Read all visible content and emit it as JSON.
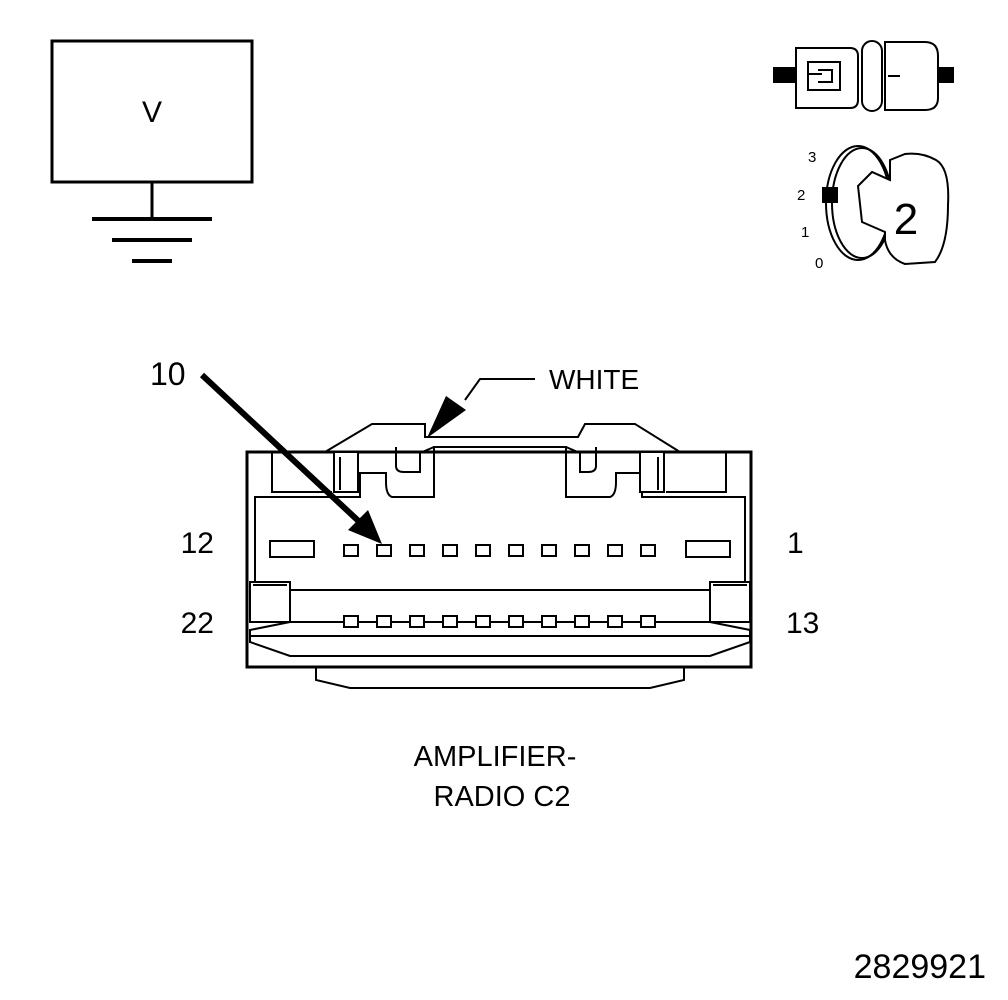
{
  "voltmeter": {
    "symbol": "V"
  },
  "ignition": {
    "positions": [
      "3",
      "2",
      "1",
      "0"
    ],
    "key_position": "2"
  },
  "connector": {
    "callout_pin": "10",
    "color_label": "WHITE",
    "row_top": {
      "left_label": "12",
      "right_label": "1"
    },
    "row_bottom": {
      "left_label": "22",
      "right_label": "13"
    },
    "name_line1": "AMPLIFIER-",
    "name_line2": "RADIO C2"
  },
  "figure_number": "2829921"
}
